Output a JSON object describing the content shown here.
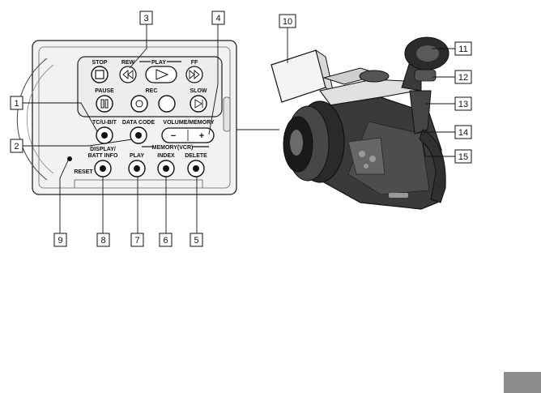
{
  "panel": {
    "labels": {
      "stop": "STOP",
      "rew": "REW",
      "play_top": "PLAY",
      "ff": "FF",
      "pause": "PAUSE",
      "rec": "REC",
      "slow": "SLOW",
      "tc_ubit": "TC/U-BIT",
      "data_code": "DATA CODE",
      "volume_memory": "VOLUME/MEMORY",
      "memory_vcr": "MEMORY(VCR)",
      "display_l1": "DISPLAY/",
      "display_l2": "BATT INFO",
      "play": "PLAY",
      "index": "INDEX",
      "delete": "DELETE",
      "reset": "RESET",
      "vol_minus": "−",
      "vol_plus": "+"
    }
  },
  "callouts": {
    "c1": "1",
    "c2": "2",
    "c3": "3",
    "c4": "4",
    "c5": "5",
    "c6": "6",
    "c7": "7",
    "c8": "8",
    "c9": "9",
    "c10": "10",
    "c11": "11",
    "c12": "12",
    "c13": "13",
    "c14": "14",
    "c15": "15"
  }
}
